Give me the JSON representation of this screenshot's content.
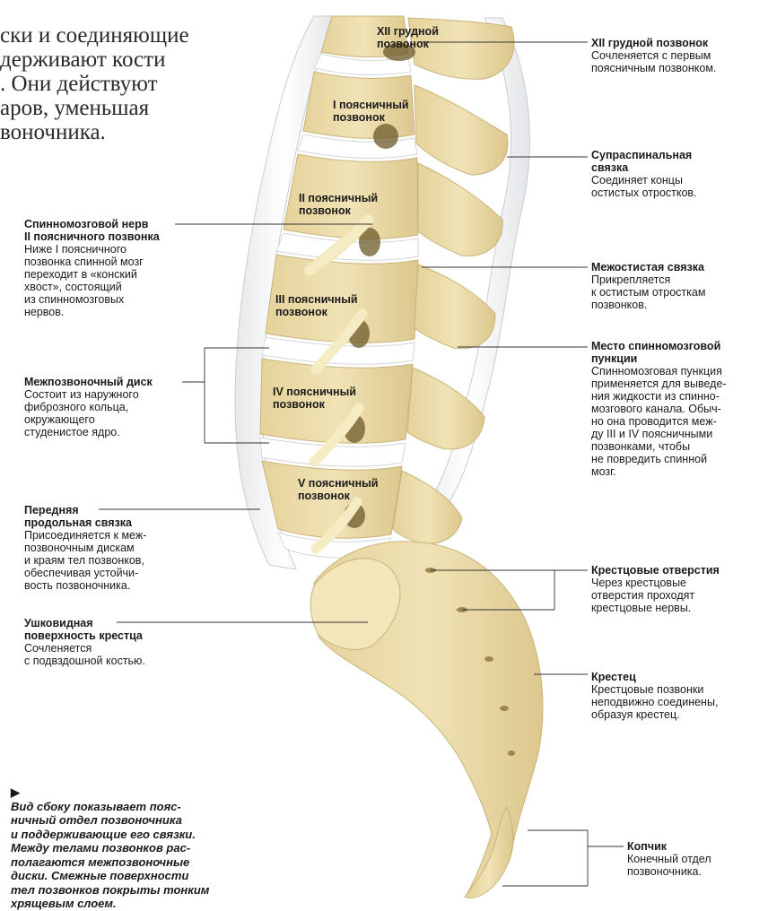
{
  "intro": {
    "lines": [
      "ски и соединяющие",
      "держивают кости",
      ". Они действуют",
      "аров, уменьшая",
      "воночника."
    ]
  },
  "vertebra_labels": [
    {
      "id": "t12",
      "lines": [
        "XII грудной",
        "позвонок"
      ]
    },
    {
      "id": "l1",
      "lines": [
        "I поясничный",
        "позвонок"
      ]
    },
    {
      "id": "l2",
      "lines": [
        "II поясничный",
        "позвонок"
      ]
    },
    {
      "id": "l3",
      "lines": [
        "III поясничный",
        "позвонок"
      ]
    },
    {
      "id": "l4",
      "lines": [
        "IV поясничный",
        "позвонок"
      ]
    },
    {
      "id": "l5",
      "lines": [
        "V поясничный",
        "позвонок"
      ]
    }
  ],
  "right_annotations": [
    {
      "id": "t12-vertebra",
      "title": [
        "XII грудной позвонок"
      ],
      "desc": [
        "Сочленяется с первым",
        "поясничным позвонком."
      ]
    },
    {
      "id": "supraspinous-ligament",
      "title": [
        "Супраспинальная",
        "связка"
      ],
      "desc": [
        "Соединяет концы",
        "остистых отростков."
      ]
    },
    {
      "id": "interspinous-ligament",
      "title": [
        "Межостистая связка"
      ],
      "desc": [
        "Прикрепляется",
        "к остистым отросткам",
        "позвонков."
      ]
    },
    {
      "id": "lumbar-puncture-site",
      "title": [
        "Место спинномозговой",
        "пункции"
      ],
      "desc": [
        "Спинномозговая пункция",
        "применяется для выведе-",
        "ния жидкости из спинно-",
        "мозгового канала. Обыч-",
        "но она проводится меж-",
        "ду III и IV поясничными",
        "позвонками, чтобы",
        "не повредить спинной",
        "мозг."
      ]
    },
    {
      "id": "sacral-foramina",
      "title": [
        "Крестцовые отверстия"
      ],
      "desc": [
        "Через крестцовые",
        "отверстия проходят",
        "крестцовые нервы."
      ]
    },
    {
      "id": "sacrum",
      "title": [
        "Крестец"
      ],
      "desc": [
        "Крестцовые позвонки",
        "неподвижно соединены,",
        "образуя крестец."
      ]
    },
    {
      "id": "coccyx",
      "title": [
        "Копчик"
      ],
      "desc": [
        "Конечный отдел",
        "позвоночника."
      ]
    }
  ],
  "left_annotations": [
    {
      "id": "spinal-nerve",
      "title": [
        "Спинномозговой нерв",
        "II поясничного позвонка"
      ],
      "desc": [
        "Ниже I поясничного",
        "позвонка спинной мозг",
        "переходит в «конский",
        "хвост», состоящий",
        "из спинномозговых",
        "нервов."
      ]
    },
    {
      "id": "intervertebral-disc",
      "title": [
        "Межпозвоночный диск"
      ],
      "desc": [
        "Состоит из наружного",
        "фиброзного кольца,",
        "окружающего",
        "студенистое ядро."
      ]
    },
    {
      "id": "anterior-longitudinal-ligament",
      "title": [
        "Передняя",
        "продольная связка"
      ],
      "desc": [
        "Присоединяется к меж-",
        "позвоночным дискам",
        "и краям тел позвонков,",
        "обеспечивая устойчи-",
        "вость позвоночника."
      ]
    },
    {
      "id": "auricular-surface",
      "title": [
        "Ушковидная",
        "поверхность крестца"
      ],
      "desc": [
        "Сочленяется",
        "с подвздошной костью."
      ]
    }
  ],
  "caption": {
    "marker": "▶",
    "lines": [
      "Вид сбоку показывает пояс-",
      "ничный отдел позвоночника",
      "и поддерживающие его связки.",
      "Между телами позвонков рас-",
      "полагаются межпозвоночные",
      "диски. Смежные поверхности",
      "тел позвонков покрыты тонким",
      "хрящевым слоем."
    ]
  },
  "colors": {
    "bone": "#ecdcaa",
    "bone_shadow": "#d9c68e",
    "disc": "#ffffff",
    "ligament": "#f0f1f2",
    "nerve": "#f2e6b5",
    "line": "#333333"
  }
}
